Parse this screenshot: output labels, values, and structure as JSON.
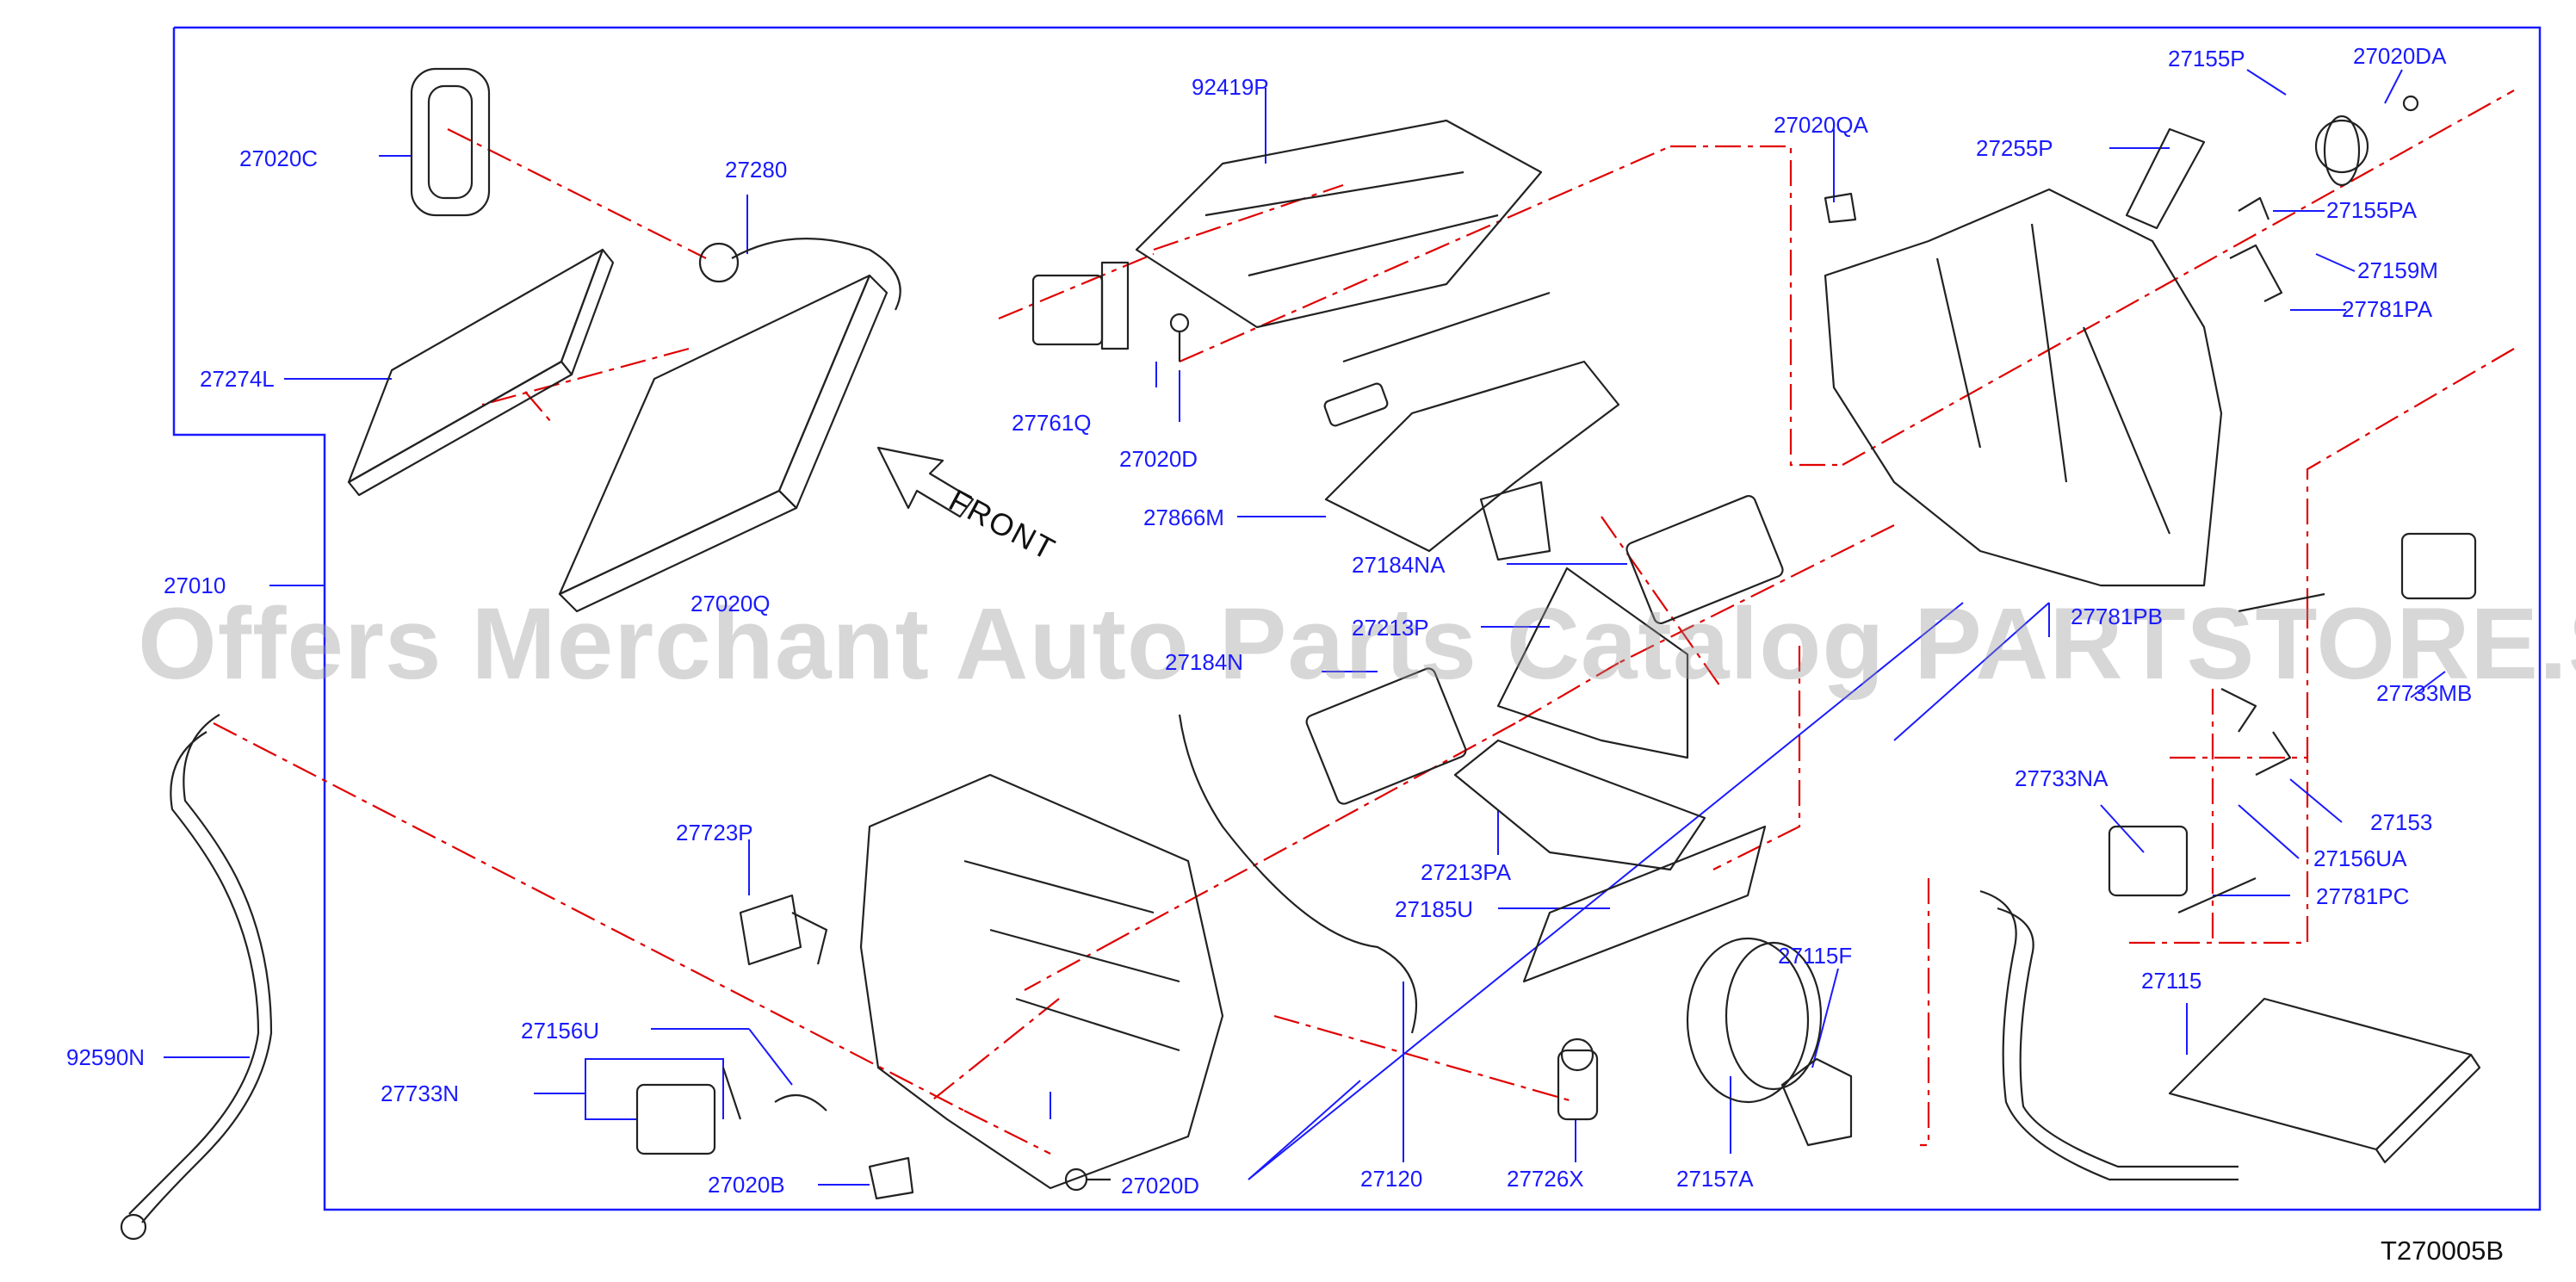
{
  "diagram": {
    "code": "T270005B",
    "front_label": "FRONT",
    "watermark": "Offers Merchant Auto Parts Catalog PARTSTORE.SA",
    "colors": {
      "label": "#1a1aff",
      "dash": "#e00000",
      "line": "#1a1aff",
      "part": "#222222"
    },
    "labels": [
      "27020C",
      "27280",
      "27274L",
      "27010",
      "92590N",
      "92419P",
      "27761Q",
      "27020D",
      "27866M",
      "27184NA",
      "27020Q",
      "27213P",
      "27184N",
      "27723P",
      "27213PA",
      "27185U",
      "27156U",
      "27733N",
      "27020B",
      "27020D",
      "27120",
      "27726X",
      "27157A",
      "27115F",
      "27020QA",
      "27255P",
      "27155P",
      "27020DA",
      "27155PA",
      "27159M",
      "27781PA",
      "27781PB",
      "27733MB",
      "27733NA",
      "27153",
      "27156UA",
      "27781PC",
      "27115"
    ]
  }
}
